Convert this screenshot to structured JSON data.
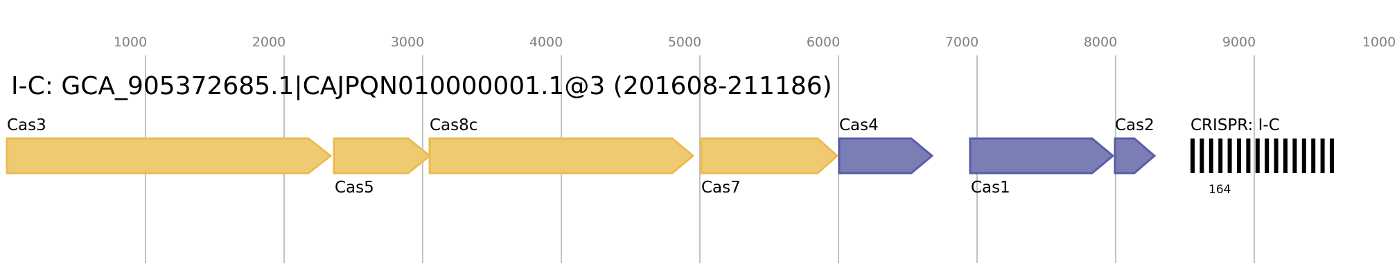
{
  "title": "I-C: GCA_905372685.1|CAJPQN010000001.1@3 (201608-211186)",
  "axis": {
    "ticks": [
      "1000",
      "2000",
      "3000",
      "4000",
      "5000",
      "6000",
      "7000",
      "8000",
      "9000",
      "1000"
    ]
  },
  "colors": {
    "interference": "#f0ca72",
    "interference_stroke": "#ebbb4e",
    "adaptation": "#7b7db5",
    "adaptation_stroke": "#5a5da6",
    "crispr": "#000000"
  },
  "genes": [
    {
      "name": "Cas3",
      "group": "interference",
      "label_position": "above"
    },
    {
      "name": "Cas5",
      "group": "interference",
      "label_position": "below"
    },
    {
      "name": "Cas8c",
      "group": "interference",
      "label_position": "above"
    },
    {
      "name": "Cas7",
      "group": "interference",
      "label_position": "below"
    },
    {
      "name": "Cas4",
      "group": "adaptation",
      "label_position": "above"
    },
    {
      "name": "Cas1",
      "group": "adaptation",
      "label_position": "below"
    },
    {
      "name": "Cas2",
      "group": "adaptation",
      "label_position": "above"
    }
  ],
  "crispr": {
    "label": "CRISPR: I-C",
    "count": "164"
  }
}
